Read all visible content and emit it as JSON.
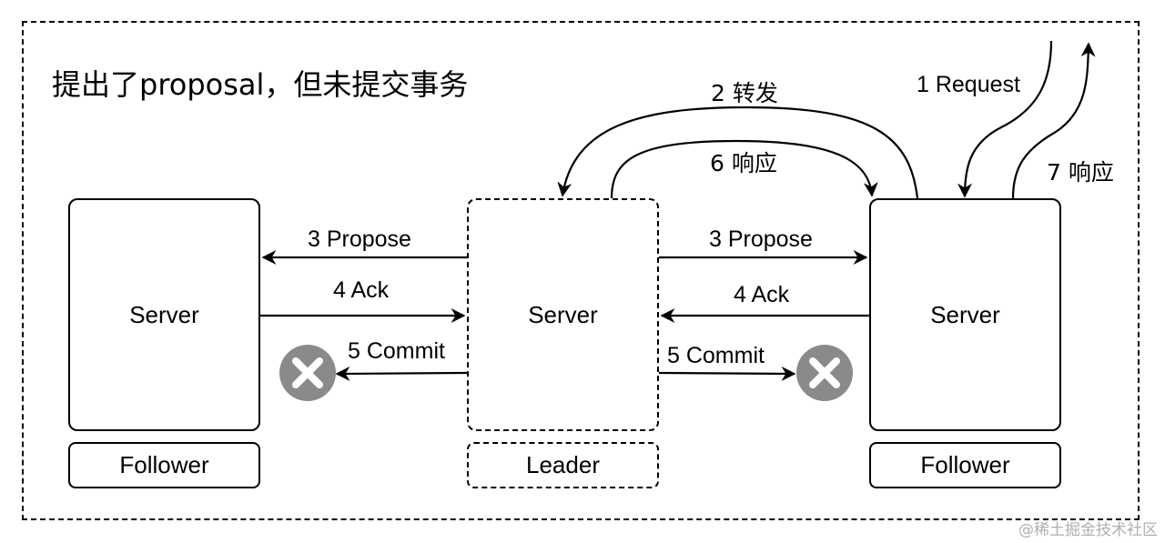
{
  "title": "提出了proposal，但未提交事务",
  "nodes": {
    "left": {
      "body": "Server",
      "role": "Follower"
    },
    "center": {
      "body": "Server",
      "role": "Leader"
    },
    "right": {
      "body": "Server",
      "role": "Follower"
    }
  },
  "arrows": {
    "request": "1 Request",
    "forward": "2 转发",
    "propose_left": "3 Propose",
    "propose_right": "3 Propose",
    "ack_left": "4 Ack",
    "ack_right": "4 Ack",
    "commit_left": "5 Commit",
    "commit_right": "5 Commit",
    "reply_leader": "6 响应",
    "reply_client": "7 响应"
  },
  "icons": {
    "failed": "x-circle-icon"
  },
  "colors": {
    "line": "#000000",
    "failed_icon": "#8a8a8a",
    "watermark": "#b0b0b0"
  },
  "watermark": "@稀土掘金技术社区"
}
